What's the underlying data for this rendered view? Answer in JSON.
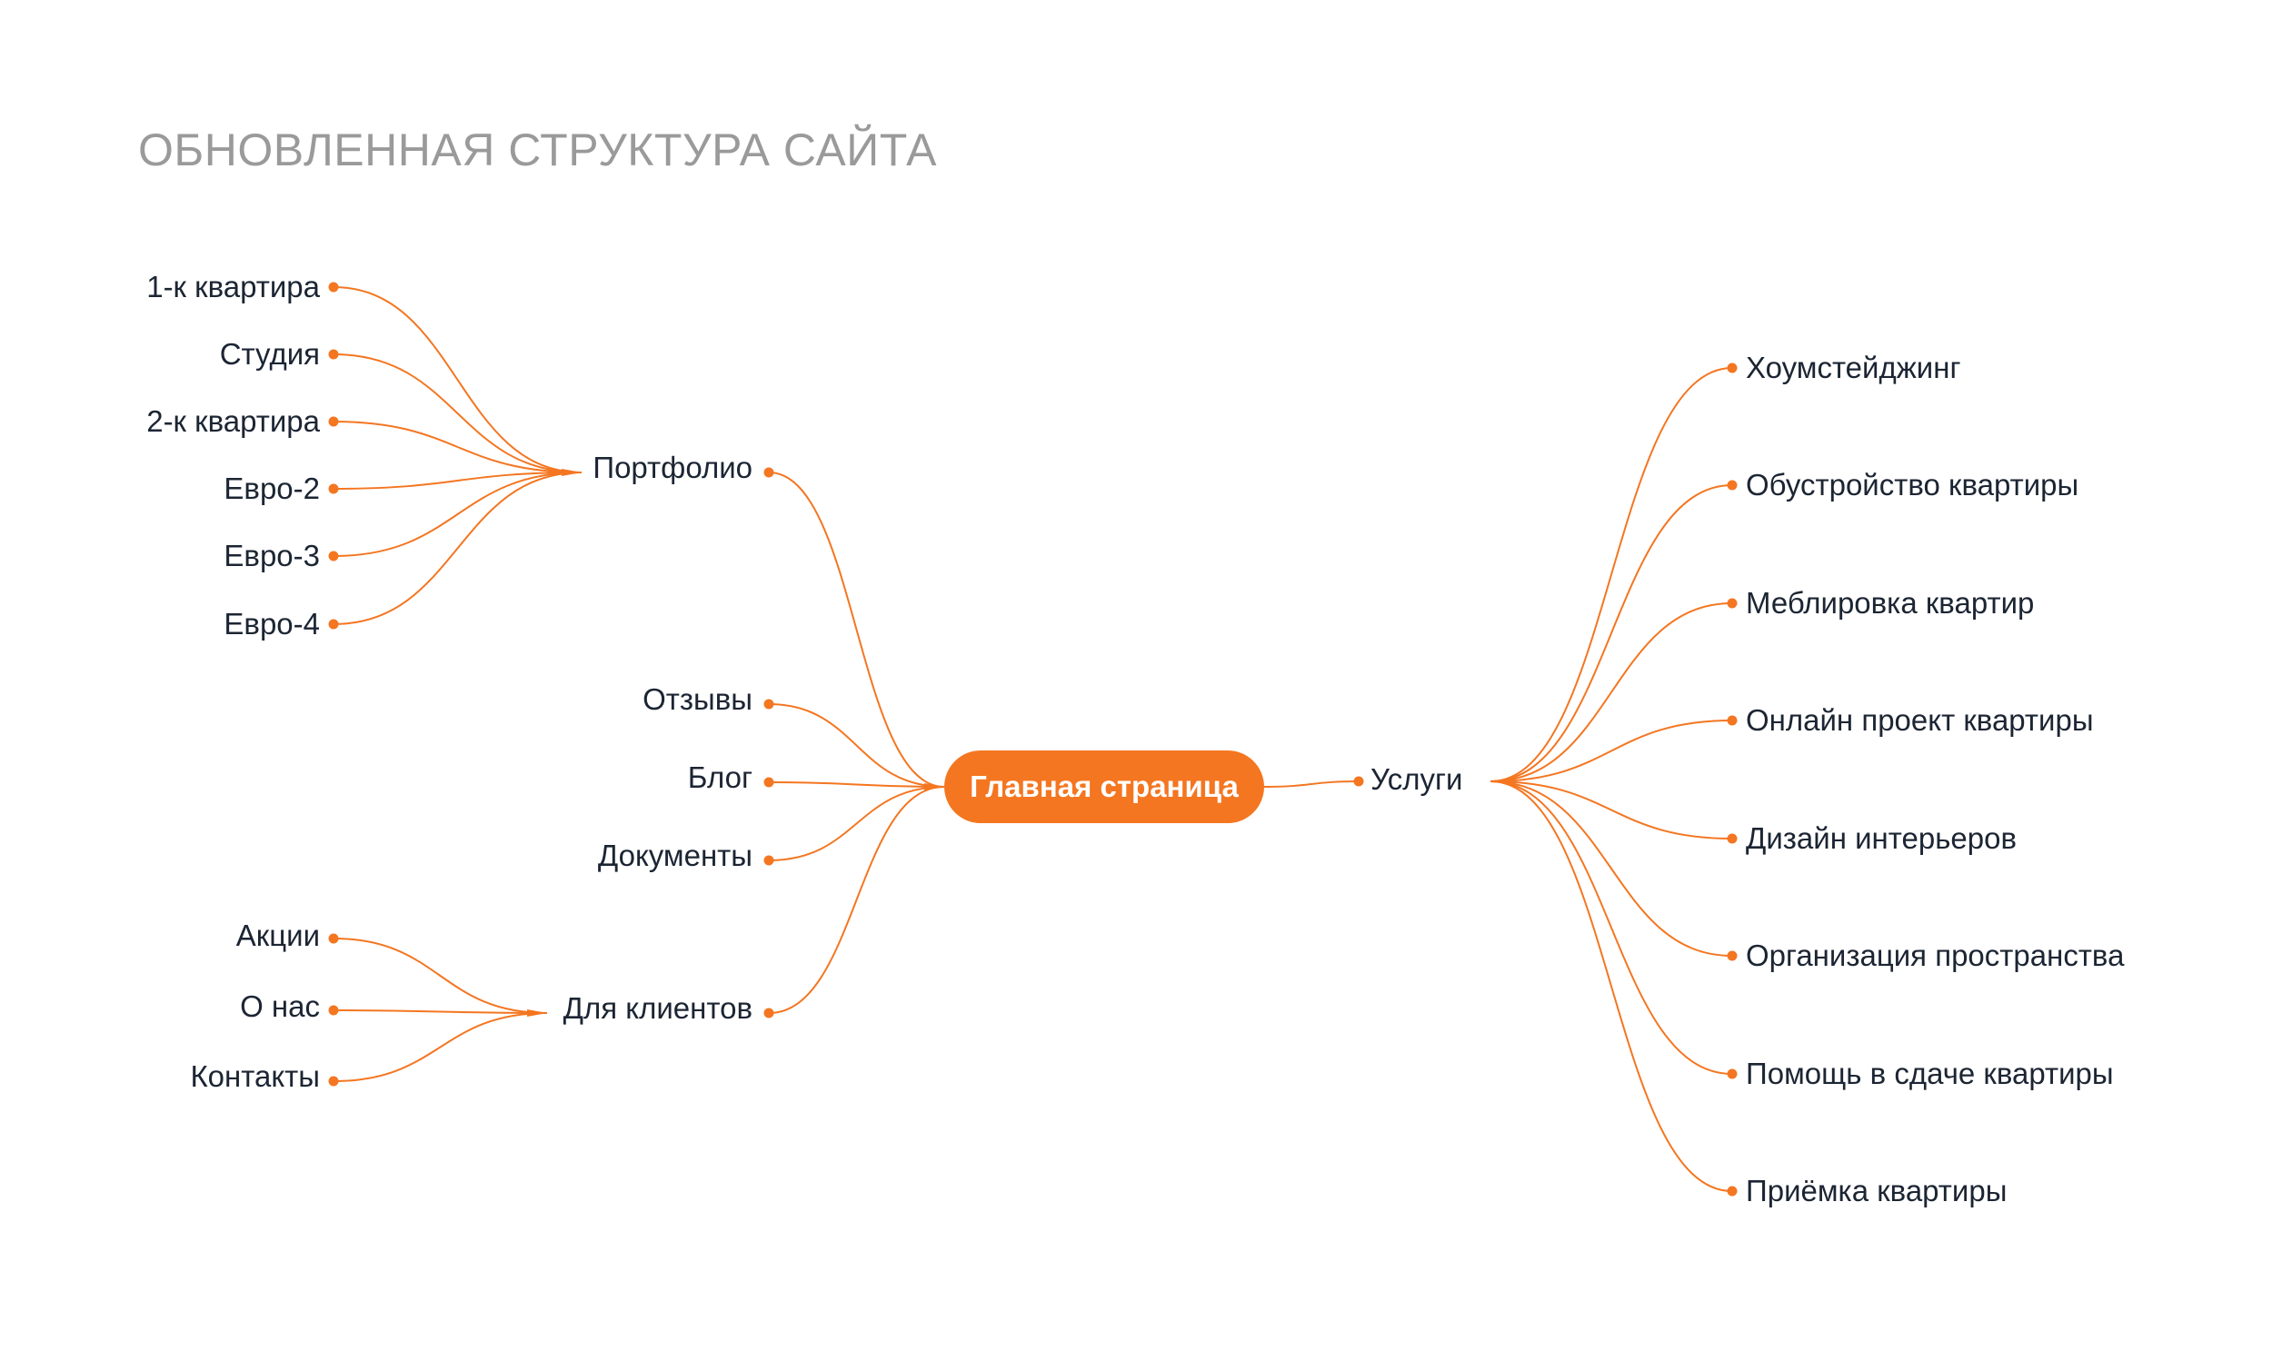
{
  "title": "ОБНОВЛЕННАЯ СТРУКТУРА САЙТА",
  "accent_color": "#f47621",
  "text_color": "#1c2533",
  "root": {
    "label": "Главная страница"
  },
  "left_branches": {
    "portfolio": {
      "label": "Портфолио",
      "children": [
        "1-к квартира",
        "Студия",
        "2-к квартира",
        "Евро-2",
        "Евро-3",
        "Евро-4"
      ]
    },
    "reviews": {
      "label": "Отзывы"
    },
    "blog": {
      "label": "Блог"
    },
    "documents": {
      "label": "Документы"
    },
    "for_clients": {
      "label": "Для клиентов",
      "children": [
        "Акции",
        "О нас",
        "Контакты"
      ]
    }
  },
  "right_branches": {
    "services": {
      "label": "Услуги",
      "children": [
        "Хоумстейджинг",
        "Обустройство квартиры",
        "Меблировка квартир",
        "Онлайн проект квартиры",
        "Дизайн интерьеров",
        "Организация пространства",
        "Помощь в сдаче квартиры",
        "Приёмка квартиры"
      ]
    }
  }
}
